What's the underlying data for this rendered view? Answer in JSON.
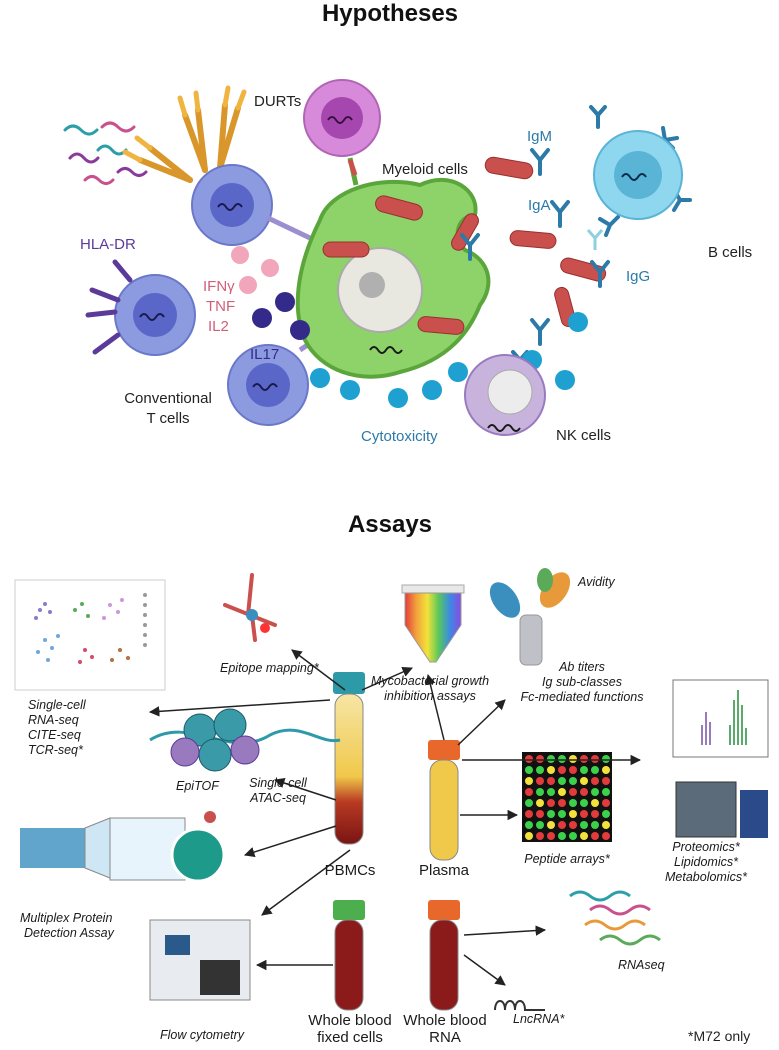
{
  "sections": {
    "hypotheses_title": "Hypotheses",
    "assays_title": "Assays"
  },
  "hypotheses": {
    "durts": "DURTs",
    "myeloid": "Myeloid cells",
    "hla_dr": "HLA-DR",
    "igm": "IgM",
    "iga": "IgA",
    "igg": "IgG",
    "b_cells": "B cells",
    "cytokines": [
      "IFNγ",
      "TNF",
      "IL2"
    ],
    "il17": "IL17",
    "conventional_t_cells": [
      "Conventional",
      "T cells"
    ],
    "cytotoxicity": "Cytotoxicity",
    "nk_cells": "NK cells"
  },
  "assays": {
    "epitope_mapping": "Epitope mapping*",
    "mgia": [
      "Mycobacterial growth",
      "inhibition assays"
    ],
    "avidity": "Avidity",
    "ab_list": [
      "Ab titers",
      "Ig sub-classes",
      "Fc-mediated functions"
    ],
    "single_cell_list": [
      "Single-cell",
      "RNA-seq",
      "CITE-seq",
      "TCR-seq*"
    ],
    "epitof": "EpiTOF",
    "atac": [
      "Single-cell",
      "ATAC-seq"
    ],
    "omics": [
      "Proteomics*",
      "Lipidomics*",
      "Metabolomics*"
    ],
    "peptide_arrays": "Peptide arrays*",
    "pbmcs": "PBMCs",
    "plasma": "Plasma",
    "multiplex": [
      "Multiplex Protein",
      "Detection Assay"
    ],
    "rnaseq": "RNAseq",
    "lncrna": "LncRNA*",
    "flow": "Flow cytometry",
    "whole_blood_fixed": [
      "Whole blood",
      "fixed cells"
    ],
    "whole_blood_rna": [
      "Whole blood",
      "RNA"
    ],
    "footnote": "*M72 only"
  },
  "colors": {
    "t_cell": "#8c9be0",
    "t_cell_core": "#5a66c8",
    "myeloid": "#8ed36a",
    "myeloid_edge": "#5aa63a",
    "durt": "#d68ad9",
    "b_cell": "#8fd6ef",
    "nk_cell": "#c8b3dc",
    "antibody": "#3a8fbf",
    "rod": "#c9504c",
    "bead_blue": "#1ea0d0",
    "bead_pink": "#f2a6bb",
    "bead_purple": "#332a8a",
    "cytokine_text": "#d0607a",
    "ig_text": "#2b7aa8",
    "hla_text": "#5b3a9a",
    "tube_red": "#8b1a1a",
    "tube_cap_orange": "#e8682c",
    "tube_cap_green": "#4cae4c",
    "tube_cap_teal": "#2d9aa8"
  }
}
